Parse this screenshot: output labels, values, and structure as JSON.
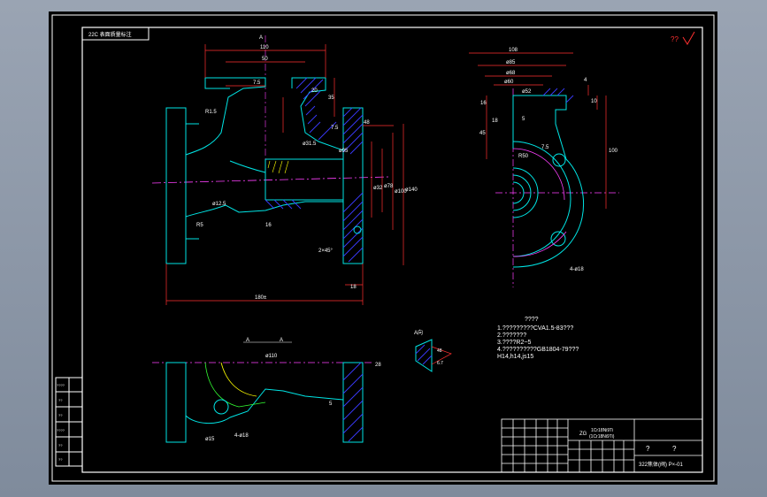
{
  "colors": {
    "background": "#000000",
    "frame": "#ffffff",
    "outline": "#00e5e5",
    "dimension": "#ff3030",
    "center_line": "#ff40ff",
    "hatch": "#3a3aff",
    "text": "#ffffff",
    "yellow": "#ffff00",
    "green": "#33ff33",
    "window": "#8d98a8"
  },
  "title_box": {
    "label": "22C 表面质量标注"
  },
  "roughness_symbol": {
    "label": "??"
  },
  "section_marks": {
    "a_top": "A",
    "a_left": "A",
    "a_right": "A"
  },
  "main_view_dims": {
    "d110": "110",
    "d50": "50",
    "d75": "7.5",
    "d35": "35",
    "d20": "20",
    "d48": "48",
    "d95": "ø95",
    "d78": "ø78",
    "d100": "ø100",
    "d140": "ø140",
    "d32": "ø32",
    "d180": "180±",
    "r15": "R1.5",
    "r5": "R5",
    "d7": "7.5",
    "d18": "18",
    "d16": "16",
    "m_a": "2×45°",
    "m_b": "ø12.5",
    "m_c": "ø31.5"
  },
  "side_view_dims": {
    "d108": "108",
    "d85": "ø85",
    "d68": "ø68",
    "d60": "ø60",
    "d52": "ø52",
    "d16": "16",
    "d18": "18",
    "d45": "45",
    "d100": "100",
    "d10": "10",
    "d5": "5",
    "d4": "4",
    "d7": "7.5",
    "r50": "R50",
    "holes": "4-ø18"
  },
  "bottom_view_dims": {
    "d110": "ø110",
    "d28": "28",
    "d15": "ø15",
    "holes": "4-ø18",
    "d5": "5"
  },
  "detail_view": {
    "label": "A向",
    "d48": "48",
    "d67": "6.7"
  },
  "notes": {
    "title": "????",
    "lines": [
      "1.?????????CVA1.5-83???",
      "2.???????",
      "3.????R2~5",
      "4.??????????GB1804-79???",
      "  H14,h14,js15"
    ]
  },
  "title_block": {
    "material_line1": "ZG",
    "material_line2": "1Cr18Ni9Ti",
    "material_line3": "(1Cr18Ni9Ti)",
    "drawing_no": "322焦体(阀) P×-01",
    "q1": "?",
    "q2": "?"
  },
  "left_column": {
    "rows": [
      "????",
      "??",
      "??",
      "????",
      "??",
      "??"
    ]
  }
}
